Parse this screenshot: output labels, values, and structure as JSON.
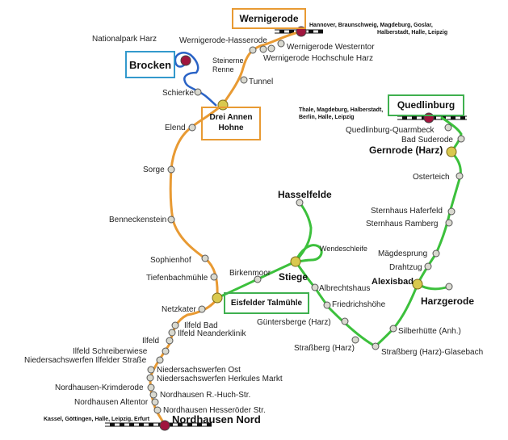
{
  "colors": {
    "harz_line": "#e89a33",
    "selke_line": "#3cc03c",
    "brocken_line": "#2a63c6",
    "station_fill": "#d9d9d0",
    "hub_fill": "#d9c94e",
    "terminus_fill": "#a0153e",
    "box_orange": "#e89a33",
    "box_blue": "#3399cc",
    "box_green": "#3fb04f"
  },
  "labels": {
    "wernigerode": "Wernigerode",
    "wernigerode_connections": "Hannover, Braunschweig, Magdeburg, Goslar,",
    "wernigerode_connections_2": "Halberstadt, Halle, Leipzig",
    "nationalpark_harz": "Nationalpark Harz",
    "wernigerode_hasserode": "Wernigerode-Hasserode",
    "wernigerode_westerntor": "Wernigerode Westerntor",
    "wernigerode_hochschule": "Wernigerode Hochschule Harz",
    "steinerne_renne": "Steinerne Renne",
    "tunnel": "Tunnel",
    "brocken": "Brocken",
    "schierke": "Schierke",
    "drei_annen_hohne": "Drei Annen Hohne",
    "elend": "Elend",
    "sorge": "Sorge",
    "benneckenstein": "Benneckenstein",
    "sophienhof": "Sophienhof",
    "tiefenbachmuehle": "Tiefenbachmühle",
    "birkenmoor": "Birkenmoor",
    "eisfelder_talmuehle": "Eisfelder Talmühle",
    "netzkater": "Netzkater",
    "ilfeld_bad": "Ilfeld Bad",
    "ilfeld_neanderklinik": "Ilfeld Neanderklinik",
    "ilfeld": "Ilfeld",
    "ilfeld_schreiberwiese": "Ilfeld Schreiberwiese",
    "niedersachswerfen_ilfelder": "Niedersachswerfen Ilfelder Straße",
    "niedersachswerfen_ost": "Niedersachswerfen Ost",
    "niedersachswerfen_herkules": "Niedersachswerfen Herkules Markt",
    "nordhausen_krimderode": "Nordhausen-Krimderode",
    "nordhausen_rhuch": "Nordhausen R.-Huch-Str.",
    "nordhausen_altentor": "Nordhausen Altentor",
    "nordhausen_hesseroeder": "Nordhausen Hesseröder Str.",
    "nordhausen_nord": "Nordhausen Nord",
    "nordhausen_connections": "Kassel, Göttingen, Halle, Leipzig, Erfurt",
    "hasselfelde": "Hasselfelde",
    "wendeschleife": "Wendeschleife",
    "stiege": "Stiege",
    "albrechtshaus": "Albrechtshaus",
    "friedrichshoehe": "Friedrichshöhe",
    "guentersberge": "Güntersberge (Harz)",
    "strassberg": "Straßberg (Harz)",
    "strassberg_glasebach": "Straßberg (Harz)-Glasebach",
    "silberhuette": "Silberhütte (Anh.)",
    "alexisbad": "Alexisbad",
    "harzgerode": "Harzgerode",
    "drahtzug": "Drahtzug",
    "maegdesprung": "Mägdesprung",
    "sternhaus_ramberg": "Sternhaus Ramberg",
    "sternhaus_haferfeld": "Sternhaus Haferfeld",
    "osterteich": "Osterteich",
    "gernrode": "Gernrode (Harz)",
    "bad_suderode": "Bad Suderode",
    "quedlinburg_quarmbeck": "Quedlinburg-Quarmbeck",
    "quedlinburg": "Quedlinburg",
    "quedlinburg_connections": "Thale, Magdeburg, Halberstadt,",
    "quedlinburg_connections_2": "Berlin, Halle, Leipzig"
  }
}
